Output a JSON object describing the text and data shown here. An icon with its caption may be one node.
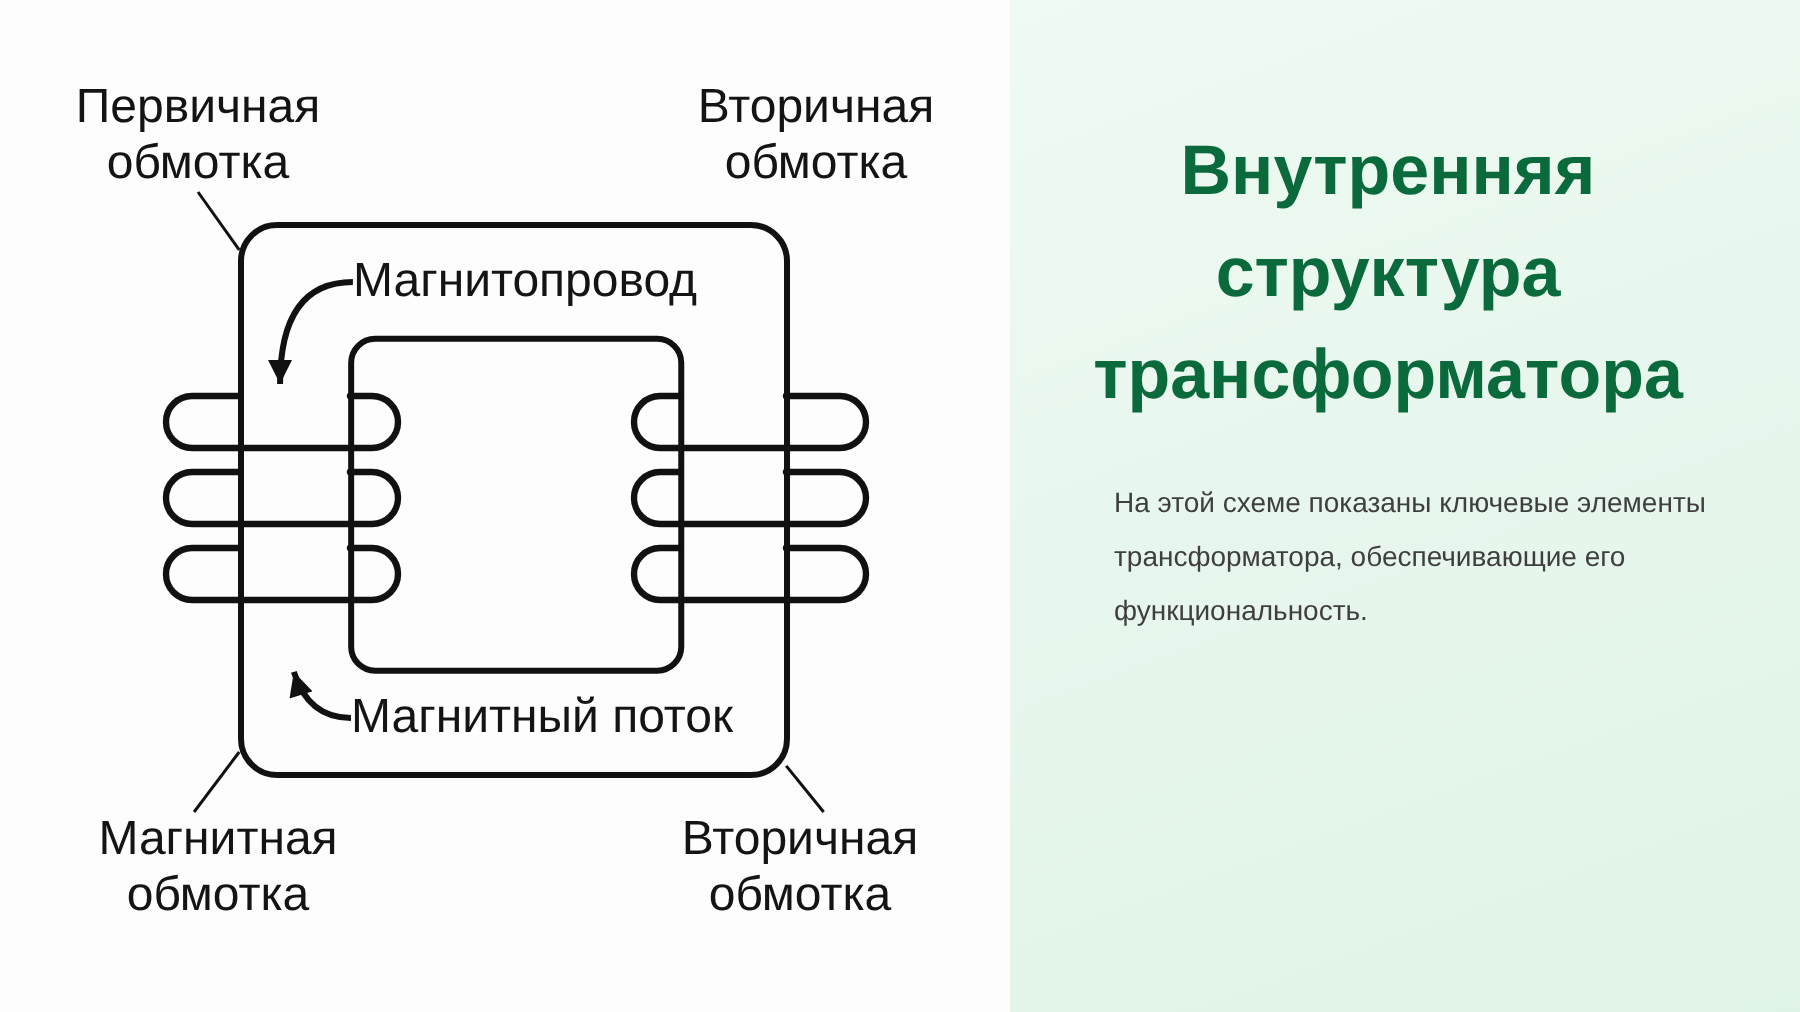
{
  "diagram": {
    "title": "Внутренняя структура трансформатора",
    "caption": "На этой схеме показаны ключевые элементы трансформатора, обеспечивающие его функциональность.",
    "nodes": [
      {
        "text": [
          "Первичная обмотка"
        ]
      },
      {
        "text": [],
        "shape": "box"
      },
      {
        "text": [
          "Магнитопровод"
        ],
        "in": 1
      },
      {
        "text": [
          "Магнитный поток"
        ],
        "in": 1
      },
      {
        "text": [
          "Магнитная обмотка"
        ]
      },
      {
        "text": [
          "Вторичная обмотка"
        ]
      }
    ],
    "edges": [
      {
        "from": 0,
        "to": 1,
        "arrow": "none"
      },
      {
        "from": 2,
        "to": 1,
        "arrow": "to",
        "style": "thick"
      },
      {
        "from": 3,
        "to": 1,
        "arrow": "to",
        "style": "thick"
      },
      {
        "from": 4,
        "to": 1,
        "arrow": "none"
      },
      {
        "from": 5,
        "to": 1,
        "arrow": "none"
      }
    ],
    "labels": [
      "Вторичная обмотка"
    ]
  }
}
